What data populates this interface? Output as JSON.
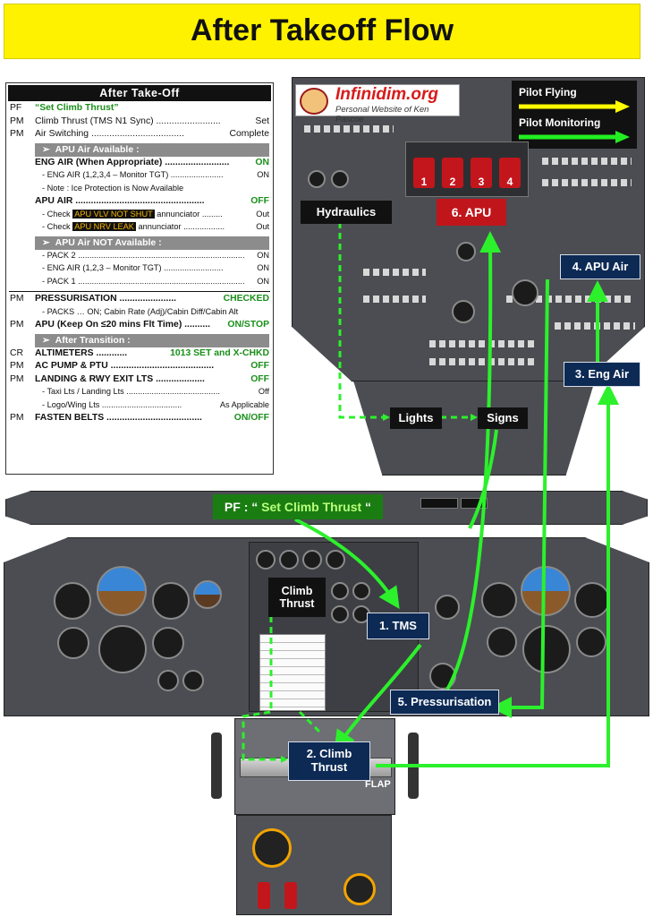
{
  "title": "After Takeoff Flow",
  "logo": {
    "name": "Infinidim.org",
    "subtitle": "Personal Website of Ken Pascoe"
  },
  "legend": {
    "pilot_flying": "Pilot Flying",
    "pilot_monitoring": "Pilot Monitoring",
    "pilot_flying_color": "#ffff00",
    "pilot_monitoring_color": "#22ee22"
  },
  "checklist": {
    "heading": "After Take-Off",
    "rows": [
      {
        "role": "PF",
        "text": "“Set Climb Thrust”",
        "value": "",
        "style": "green"
      },
      {
        "role": "PM",
        "text": "Climb Thrust (TMS N1 Sync) .........................",
        "value": "Set",
        "style": ""
      },
      {
        "role": "PM",
        "text": "Air Switching ....................................",
        "value": "Complete",
        "style": ""
      },
      {
        "band": "APU Air Available :"
      },
      {
        "role": "",
        "text": "ENG AIR (When Appropriate) .........................",
        "value": "ON",
        "style": "boldgreen"
      },
      {
        "role": "",
        "text": "- ENG AIR (1,2,3,4 – Monitor TGT) .......................",
        "value": "ON",
        "style": "sub"
      },
      {
        "role": "",
        "text": "- Note : Ice Protection is Now Available",
        "value": "",
        "style": "sub"
      },
      {
        "role": "",
        "text": "APU AIR ..................................................",
        "value": "OFF",
        "style": "boldgreen"
      },
      {
        "role": "",
        "pre": "- Check",
        "hl": "APU VLV NOT SHUT",
        "text": "annunciator .........",
        "value": "Out",
        "style": "subhl"
      },
      {
        "role": "",
        "pre": "- Check",
        "hl": "APU NRV LEAK",
        "text": "annunciator ..................",
        "value": "Out",
        "style": "subhl"
      },
      {
        "band": "APU Air NOT Available :"
      },
      {
        "role": "",
        "text": "- PACK 2 .........................................................................",
        "value": "ON",
        "style": "sub"
      },
      {
        "role": "",
        "text": "- ENG AIR (1,2,3 – Monitor TGT) ..........................",
        "value": "ON",
        "style": "sub"
      },
      {
        "role": "",
        "text": "- PACK 1 .........................................................................",
        "value": "ON",
        "style": "sub"
      },
      {
        "sep": true
      },
      {
        "role": "PM",
        "text": "PRESSURISATION ......................",
        "value": "CHECKED",
        "style": "boldgreen"
      },
      {
        "role": "",
        "text": "- PACKS … ON; Cabin Rate (Adj)/Cabin Diff/Cabin Alt",
        "value": "",
        "style": "sub"
      },
      {
        "role": "PM",
        "text": "APU (Keep On ≤20 mins Flt Time) ..........",
        "value": "ON/STOP",
        "style": "boldgreenv"
      },
      {
        "band": "After Transition :"
      },
      {
        "role": "CR",
        "text": "ALTIMETERS ............",
        "value": "1013 SET and X-CHKD",
        "style": "boldgreen"
      },
      {
        "role": "PM",
        "text": "AC PUMP & PTU ........................................",
        "value": "OFF",
        "style": "boldgreen"
      },
      {
        "role": "PM",
        "text": "LANDING & RWY EXIT LTS ...................",
        "value": "OFF",
        "style": "boldgreen"
      },
      {
        "role": "",
        "text": "- Taxi Lts / Landing Lts .........................................",
        "value": "Off",
        "style": "sub"
      },
      {
        "role": "",
        "text": "- Logo/Wing Lts ...................................",
        "value": "As Applicable",
        "style": "sub"
      },
      {
        "role": "PM",
        "text": "FASTEN BELTS .....................................",
        "value": "ON/OFF",
        "style": "boldgreen"
      }
    ]
  },
  "flow_labels": {
    "hydraulics": "Hydraulics",
    "apu6": "6. APU",
    "apu_air4": "4. APU Air",
    "eng_air3": "3. Eng Air",
    "lights": "Lights",
    "signs": "Signs",
    "pf_prefix": "PF : “ ",
    "pf_call": "Set Climb Thrust",
    "pf_suffix": " “",
    "climb_thrust": "Climb Thrust",
    "tms1": "1. TMS",
    "pressurisation5": "5. Pressurisation",
    "climb_thrust2": "2. Climb Thrust"
  },
  "panel_text": {
    "eng_numbers": [
      "1",
      "2",
      "3",
      "4"
    ],
    "flap": "FLAP"
  }
}
